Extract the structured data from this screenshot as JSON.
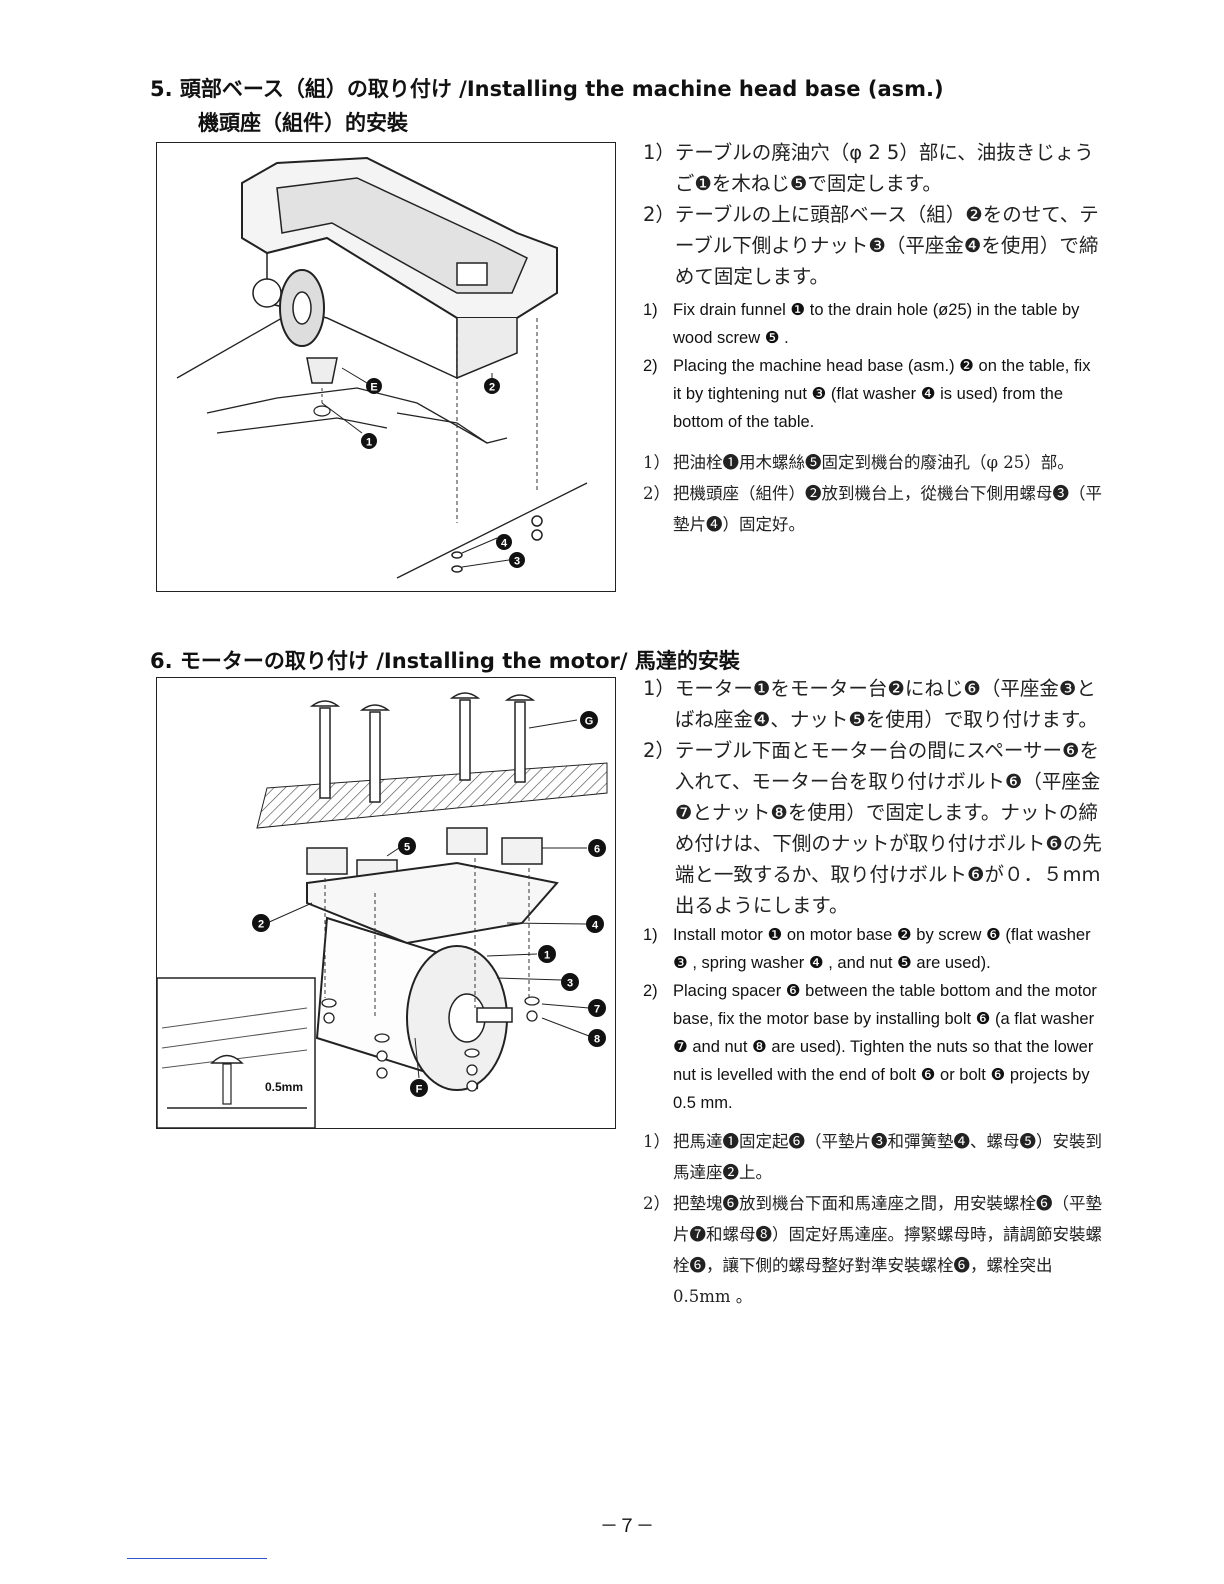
{
  "section5": {
    "title": "5. 頭部ベース（組）の取り付け /Installing the machine head base (asm.)",
    "subtitle": "機頭座（組件）的安裝",
    "jp": [
      {
        "num": "1）",
        "text": "テーブルの廃油穴（φ 2 5）部に、油抜きじょうご❶を木ねじ❺で固定します。"
      },
      {
        "num": "2）",
        "text": "テーブルの上に頭部ベース（組）❷をのせて、テーブル下側よりナット❸（平座金❹を使用）で締めて固定します。"
      }
    ],
    "en": [
      {
        "num": "1)",
        "text": "Fix drain funnel ❶ to the drain hole (ø25) in the table by wood screw ❺ ."
      },
      {
        "num": "2)",
        "text": "Placing the machine head base (asm.) ❷ on the table, fix it by tightening nut ❸ (flat washer ❹ is used) from the bottom of the table."
      }
    ],
    "zh": [
      {
        "num": "1）",
        "text": "把油栓❶用木螺絲❺固定到機台的廢油孔（φ 25）部。"
      },
      {
        "num": "2）",
        "text": "把機頭座（組件）❷放到機台上，從機台下側用螺母❸（平墊片❹）固定好。"
      }
    ],
    "figure_labels": [
      "E",
      "2",
      "1",
      "4",
      "3"
    ]
  },
  "section6": {
    "title": "6. モーターの取り付け /Installing the motor/ 馬達的安裝",
    "jp": [
      {
        "num": "1）",
        "text": "モーター❶をモーター台❷にねじ❻（平座金❸とばね座金❹、ナット❺を使用）で取り付けます。"
      },
      {
        "num": "2）",
        "text": "テーブル下面とモーター台の間にスペーサー❻を入れて、モーター台を取り付けボルト❻（平座金❼とナット❽を使用）で固定します。ナットの締め付けは、下側のナットが取り付けボルト❻の先端と一致するか、取り付けボルト❻が０．５mm 出るようにします。"
      }
    ],
    "en": [
      {
        "num": "1)",
        "text": "Install motor ❶ on motor base ❷ by screw ❻ (flat washer ❸ , spring washer ❹ , and nut ❺ are used)."
      },
      {
        "num": "2)",
        "text": "Placing spacer ❻ between the table bottom and the motor base, fix the motor base by installing bolt ❻ (a flat washer ❼ and nut ❽ are used). Tighten the nuts so that the lower nut is levelled with the end of bolt ❻ or bolt ❻ projects by 0.5 mm."
      }
    ],
    "zh": [
      {
        "num": "1）",
        "text": "把馬達❶固定起❻（平墊片❸和彈簧墊❹、螺母❺）安裝到馬達座❷上。"
      },
      {
        "num": "2）",
        "text": "把墊塊❻放到機台下面和馬達座之間，用安裝螺栓❻（平墊片❼和螺母❽）固定好馬達座。擰緊螺母時，請調節安裝螺栓❻，讓下側的螺母整好對準安裝螺栓❻，螺栓突出 0.5mm 。"
      }
    ],
    "figure_labels": [
      "G",
      "5",
      "6",
      "2",
      "4",
      "1",
      "3",
      "7",
      "8",
      "F"
    ],
    "inset_label": "0.5mm"
  },
  "page_number": "－７－"
}
